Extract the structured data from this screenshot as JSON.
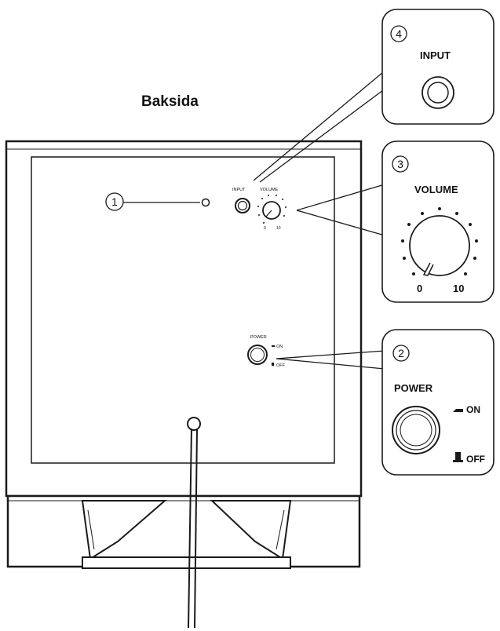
{
  "title": "Baksida",
  "callouts": {
    "input": {
      "number": "4",
      "label": "INPUT"
    },
    "volume": {
      "number": "3",
      "label": "VOLUME",
      "min_label": "0",
      "max_label": "10"
    },
    "power": {
      "number": "2",
      "label": "POWER",
      "on_label": "ON",
      "off_label": "OFF"
    },
    "led": {
      "number": "1"
    }
  },
  "panel_labels": {
    "input": "INPUT",
    "volume": "VOLUME",
    "volume_min": "0",
    "volume_max": "10",
    "power": "POWER",
    "on": "ON",
    "off": "OFF"
  },
  "colors": {
    "line": "#1a1a1a",
    "fill": "#ffffff",
    "panel": "#fafafa"
  }
}
